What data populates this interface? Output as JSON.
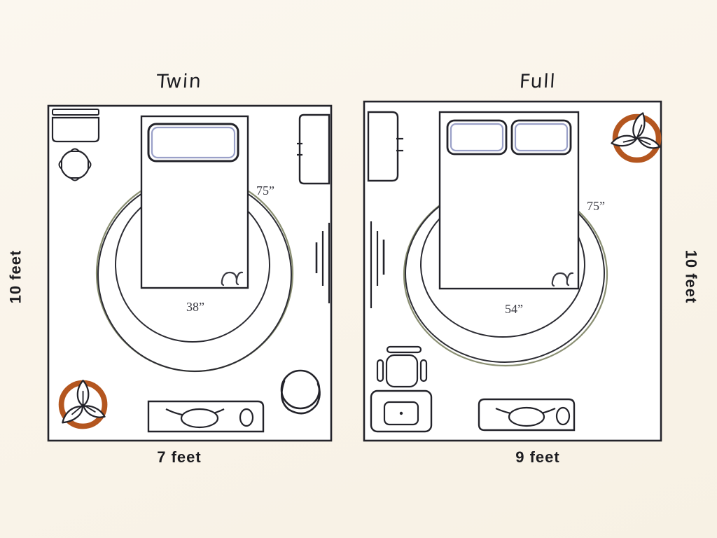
{
  "page": {
    "background_color": "#faf5ec",
    "ink_color": "#23232a",
    "accent_color": "#b4561f",
    "pillow_accent_color": "#9aa0c8",
    "rug_accent_color": "#8a8f72"
  },
  "left_axis_label": "10 feet",
  "right_axis_label": "10 feet",
  "rooms": [
    {
      "id": "twin",
      "title": "Twin",
      "width_label": "7 feet",
      "bed_width_label": "38”",
      "bed_length_label": "75”",
      "pillow_count": 1,
      "furniture": [
        "wall-shelf",
        "desk",
        "round-table",
        "bed",
        "pillow",
        "blanket",
        "area-rug",
        "wardrobe",
        "curtain",
        "brand-logo",
        "vanity",
        "accent-chair"
      ]
    },
    {
      "id": "full",
      "title": "Full",
      "width_label": "9 feet",
      "bed_width_label": "54”",
      "bed_length_label": "75”",
      "pillow_count": 2,
      "furniture": [
        "wardrobe",
        "bed",
        "pillow-left",
        "pillow-right",
        "blanket",
        "area-rug",
        "curtain",
        "brand-logo",
        "desk-chair",
        "desk",
        "vanity"
      ]
    }
  ],
  "logo": {
    "name": "leaf-circle-logo",
    "ring_color": "#b4561f",
    "leaf_count": 3
  }
}
